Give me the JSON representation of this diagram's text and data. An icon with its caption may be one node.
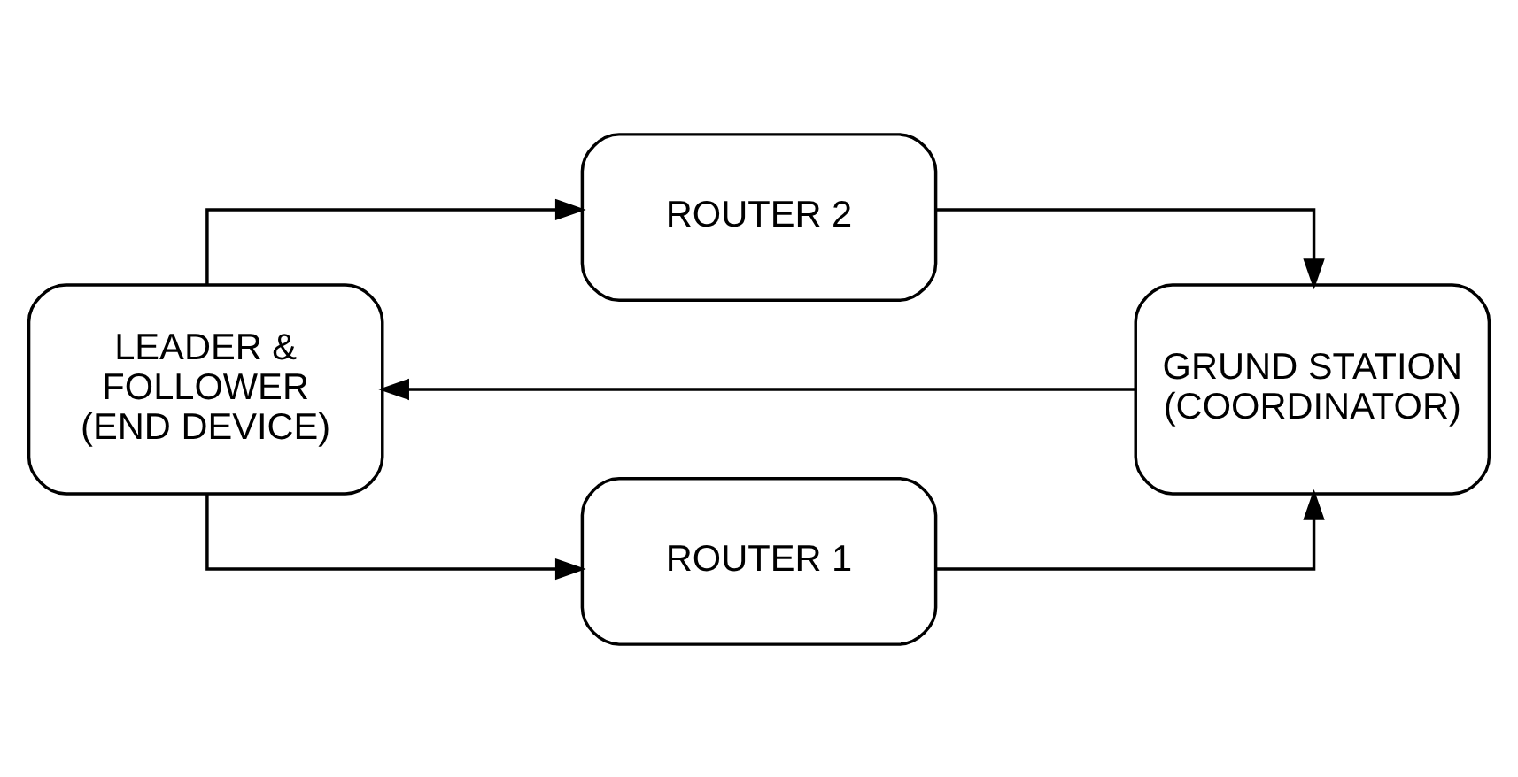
{
  "diagram": {
    "nodes": [
      {
        "text": [
          "LEADER & FOLLOWER (END DEVICE)"
        ]
      },
      {
        "text": [
          "ROUTER 2"
        ]
      },
      {
        "text": [
          "ROUTER 1"
        ]
      },
      {
        "text": [
          "GRUND STATION (COORDINATOR)"
        ]
      }
    ],
    "edges": [
      {
        "from": 0,
        "to": 1,
        "arrow": "to"
      },
      {
        "from": 0,
        "to": 2,
        "arrow": "to"
      },
      {
        "from": 1,
        "to": 3,
        "arrow": "to"
      },
      {
        "from": 2,
        "to": 3,
        "arrow": "to"
      },
      {
        "from": 3,
        "to": 0,
        "arrow": "to"
      }
    ]
  }
}
